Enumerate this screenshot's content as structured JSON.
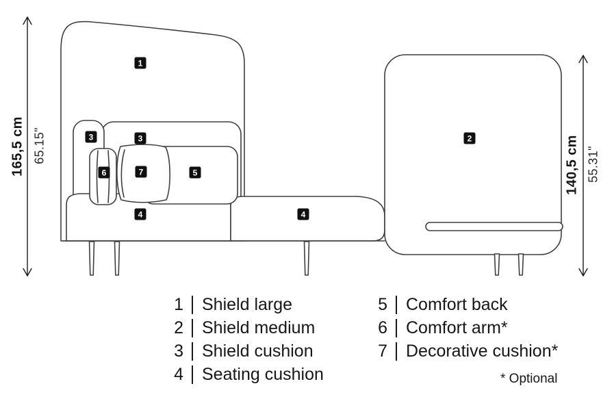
{
  "dimensions": {
    "left": {
      "metric": "165,5 cm",
      "imperial": "65.15\""
    },
    "right": {
      "metric": "140,5 cm",
      "imperial": "55.31\""
    }
  },
  "markers": [
    {
      "label": "1"
    },
    {
      "label": "2"
    },
    {
      "label": "3"
    },
    {
      "label": "3"
    },
    {
      "label": "4"
    },
    {
      "label": "4"
    },
    {
      "label": "5"
    },
    {
      "label": "6"
    },
    {
      "label": "7"
    }
  ],
  "legend": {
    "col1": [
      {
        "num": "1",
        "name": "Shield large"
      },
      {
        "num": "2",
        "name": "Shield medium"
      },
      {
        "num": "3",
        "name": "Shield cushion"
      },
      {
        "num": "4",
        "name": "Seating cushion"
      }
    ],
    "col2": [
      {
        "num": "5",
        "name": "Comfort back"
      },
      {
        "num": "6",
        "name": "Comfort arm*"
      },
      {
        "num": "7",
        "name": "Decorative cushion*"
      }
    ],
    "footnote": "* Optional"
  }
}
